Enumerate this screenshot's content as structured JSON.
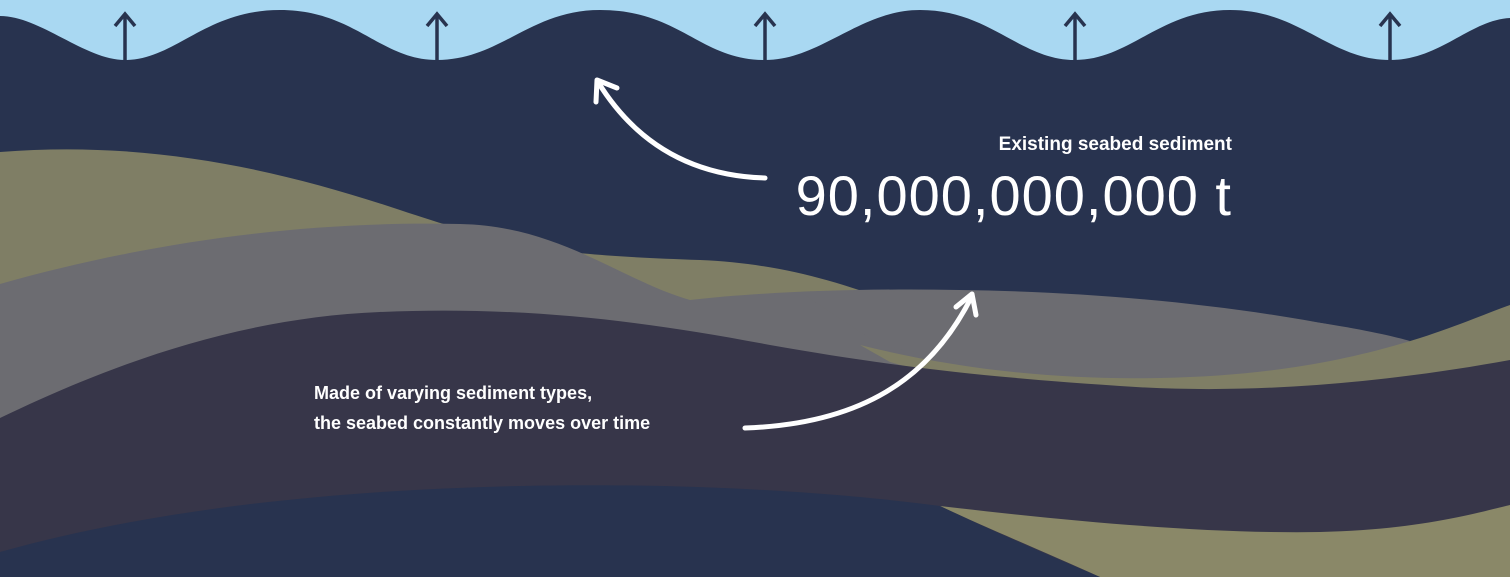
{
  "existing_sediment": {
    "heading": "Existing seabed sediment",
    "value": "90,000,000,000 t"
  },
  "caption": {
    "line1": "Made of varying sediment types,",
    "line2": "the seabed constantly moves over time"
  },
  "colors": {
    "sky": "#a9d8f2",
    "sea": "#28334f",
    "sediment_olive": "#7f7e65",
    "sediment_grey": "#6c6c71",
    "sediment_dark": "#373649",
    "sediment_olive_bottom": "#8a8868",
    "sea_floor_bottom": "#28334f",
    "arrow": "#ffffff",
    "wave_arrow": "#28334f"
  },
  "icons": {
    "wave_arrow": "up-arrow-icon",
    "curved_arrow": "curved-arrow-icon"
  }
}
